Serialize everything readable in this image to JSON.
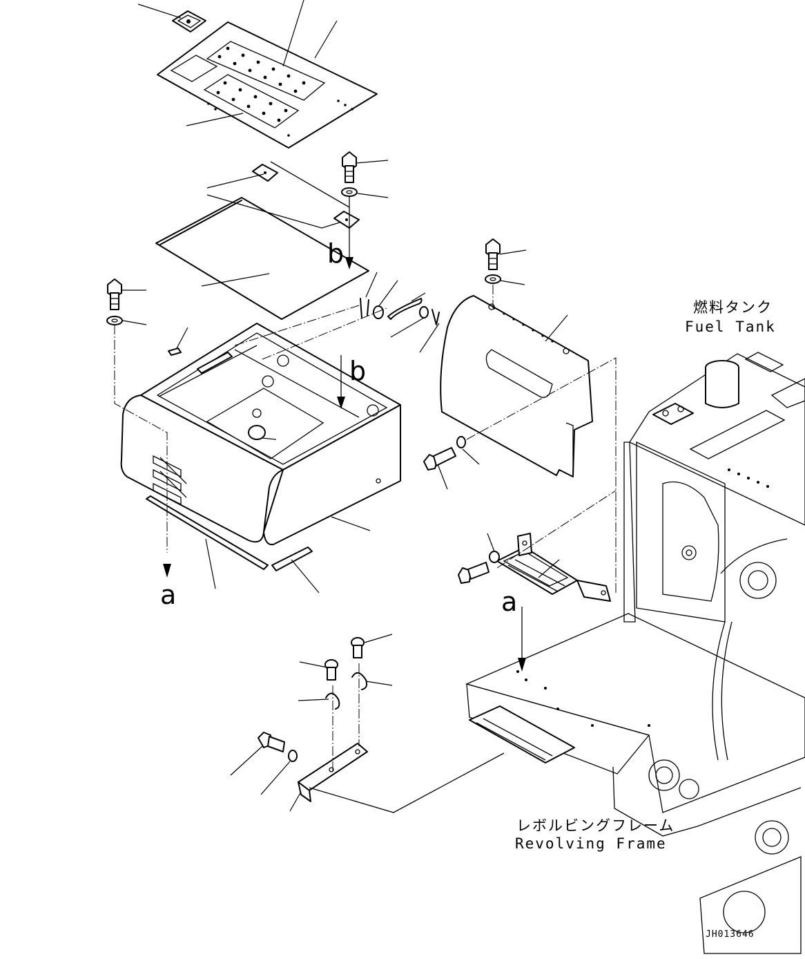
{
  "labels": {
    "fuel_tank_jp": "燃料タンク",
    "fuel_tank_en": "Fuel Tank",
    "revolving_frame_jp": "レボルビングフレーム",
    "revolving_frame_en": "Revolving Frame",
    "drawing_code": "JH013646"
  },
  "reference_letters": {
    "a_left": "a",
    "a_right": "a",
    "b_top": "b",
    "b_box": "b"
  }
}
